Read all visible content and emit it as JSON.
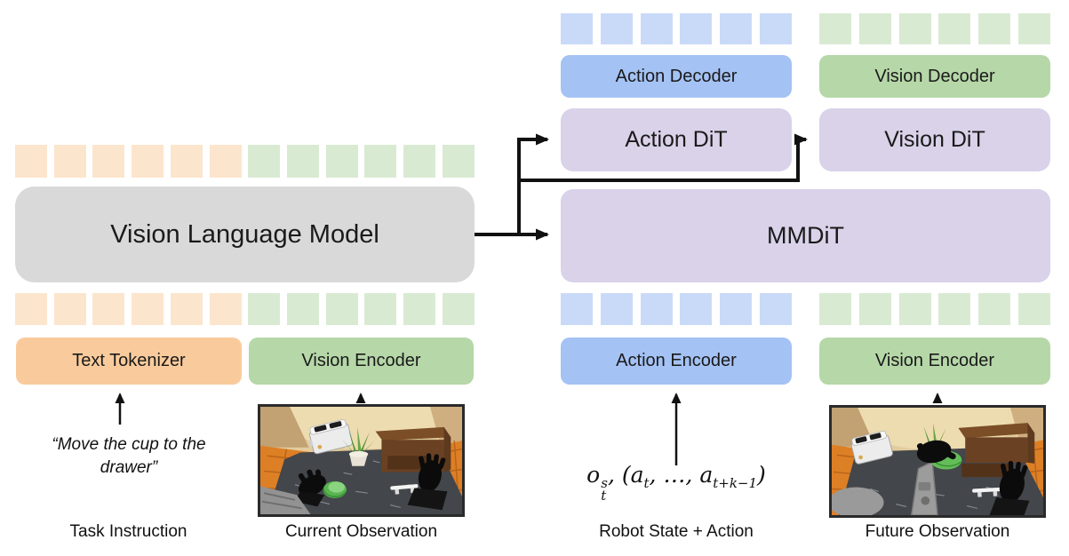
{
  "title": "Vision-language-action model architecture diagram",
  "colors": {
    "orange_token": "#FCE5CD",
    "orange_box": "#F9CB9C",
    "green_token": "#D9EAD3",
    "green_box": "#B6D7A8",
    "blue_token": "#C9DAF8",
    "blue_box": "#A4C2F4",
    "purple_box": "#D9D2E9",
    "gray_box": "#D9D9D9",
    "arrow": "#111111"
  },
  "boxes": {
    "vlm": "Vision Language Model",
    "text_tokenizer": "Text Tokenizer",
    "vision_encoder_left": "Vision Encoder",
    "action_encoder": "Action Encoder",
    "vision_encoder_right": "Vision Encoder",
    "action_decoder": "Action Decoder",
    "vision_decoder": "Vision Decoder",
    "action_dit": "Action DiT",
    "vision_dit": "Vision DiT",
    "mmdit": "MMDiT"
  },
  "captions": {
    "task_instruction": "Task Instruction",
    "current_observation": "Current Observation",
    "robot_state_action": "Robot State + Action",
    "future_observation": "Future Observation"
  },
  "instruction_quote": {
    "line1": "“Move the cup to the",
    "line2": "drawer”"
  },
  "math": {
    "o": "o",
    "o_sup": "s",
    "o_sub": "t",
    "sep": ", (",
    "a": "a",
    "a_sub": "t",
    "dots": ", …, ",
    "a2": "a",
    "a2_sub": "t+k−1",
    "close": ")"
  },
  "token_rows": {
    "vlm_top": [
      {
        "color": "#FCE5CD",
        "count": 6
      },
      {
        "color": "#D9EAD3",
        "count": 6
      }
    ],
    "vlm_bottom": [
      {
        "color": "#FCE5CD",
        "count": 6
      },
      {
        "color": "#D9EAD3",
        "count": 6
      }
    ],
    "decoder_top_action": [
      {
        "color": "#C9DAF8",
        "count": 6
      }
    ],
    "decoder_top_vision": [
      {
        "color": "#D9EAD3",
        "count": 6
      }
    ],
    "mmdit_bottom_action": [
      {
        "color": "#C9DAF8",
        "count": 6
      }
    ],
    "mmdit_bottom_vision": [
      {
        "color": "#D9EAD3",
        "count": 6
      }
    ]
  }
}
